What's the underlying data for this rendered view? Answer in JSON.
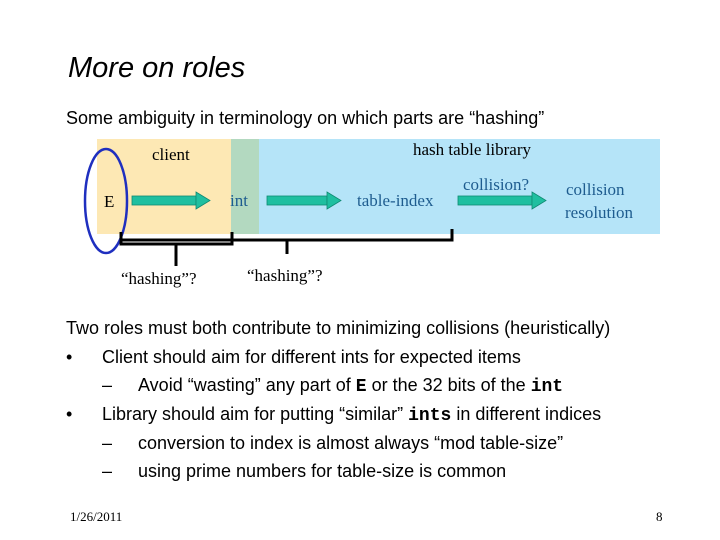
{
  "slide": {
    "title": "More on roles",
    "subtitle": "Some ambiguity in terminology on which parts are “hashing”",
    "date": "1/26/2011",
    "page_number": "8"
  },
  "diagram": {
    "client_label": "client",
    "library_label": "hash table library",
    "e_label": "E",
    "int_label": "int",
    "table_index_label": "table-index",
    "collision_q_label": "collision?",
    "resolution_line1": "collision",
    "resolution_line2": "resolution",
    "hashing_q_1": "“hashing”?",
    "hashing_q_2": "“hashing”?",
    "colors": {
      "client_bg": "#fde8b4",
      "int_bg": "#b3d9c0",
      "library_bg": "#b5e4f8",
      "arrow": "#1fbfa0",
      "ellipse": "#1f2fbf"
    }
  },
  "body": {
    "intro": "Two roles must both contribute to minimizing collisions (heuristically)",
    "bullet_marker": "•",
    "dash_marker": "–",
    "b1": "Client should aim for different ints for expected items",
    "b1_s1_pre": "Avoid “wasting” any part of ",
    "b1_s1_code1": "E",
    "b1_s1_mid": " or the 32 bits of the ",
    "b1_s1_code2": "int",
    "b2_pre": "Library should aim for putting “similar” ",
    "b2_code": "ints",
    "b2_post": " in different indices",
    "b2_s1": "conversion to index is almost always “mod table-size”",
    "b2_s2": "using prime numbers for table-size is common"
  }
}
